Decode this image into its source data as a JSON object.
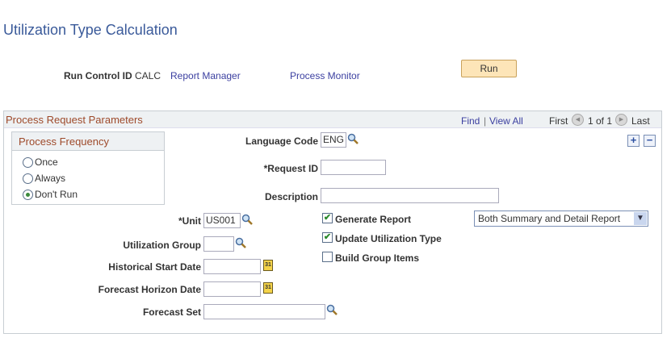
{
  "page": {
    "title": "Utilization Type Calculation"
  },
  "run_control": {
    "label": "Run Control ID",
    "value": "CALC",
    "report_manager": "Report Manager",
    "process_monitor": "Process Monitor",
    "run": "Run"
  },
  "panel": {
    "title": "Process Request Parameters",
    "find": "Find",
    "sep": "|",
    "view_all": "View All",
    "first": "First",
    "count": "1 of 1",
    "last": "Last",
    "add": "+",
    "remove": "−"
  },
  "frequency": {
    "title": "Process Frequency",
    "options": [
      {
        "label": "Once",
        "selected": false
      },
      {
        "label": "Always",
        "selected": false
      },
      {
        "label": "Don't Run",
        "selected": true
      }
    ]
  },
  "fields": {
    "language_code": {
      "label": "Language Code",
      "value": "ENG"
    },
    "request_id": {
      "label": "*Request ID",
      "value": ""
    },
    "description": {
      "label": "Description",
      "value": ""
    },
    "unit": {
      "label": "*Unit",
      "value": "US001"
    },
    "utilization_group": {
      "label": "Utilization Group",
      "value": ""
    },
    "historical_start_date": {
      "label": "Historical Start Date",
      "value": ""
    },
    "forecast_horizon_date": {
      "label": "Forecast Horizon Date",
      "value": ""
    },
    "forecast_set": {
      "label": "Forecast Set",
      "value": ""
    }
  },
  "checkboxes": [
    {
      "label": "Generate Report",
      "checked": true,
      "mark": "✔"
    },
    {
      "label": "Update Utilization Type",
      "checked": true,
      "mark": "✔"
    },
    {
      "label": "Build Group Items",
      "checked": false,
      "mark": ""
    }
  ],
  "report_select": {
    "value": "Both Summary and Detail Report",
    "arrow": "▼"
  },
  "icons": {
    "lookup": "magnifier-icon",
    "calendar": "calendar-icon",
    "cal_text": "31",
    "prev": "◀",
    "next": "▶"
  }
}
